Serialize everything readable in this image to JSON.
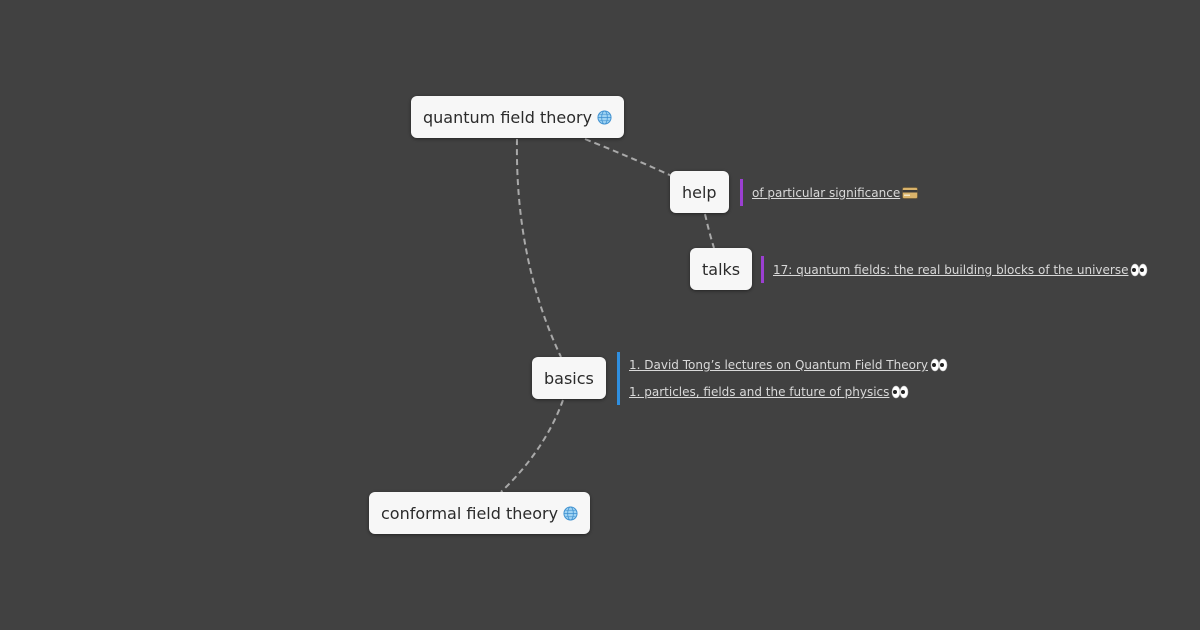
{
  "mindmap": {
    "nodes": {
      "qft": {
        "label": "quantum field theory",
        "icon": "globe-icon"
      },
      "help": {
        "label": "help"
      },
      "talks": {
        "label": "talks"
      },
      "basics": {
        "label": "basics"
      },
      "cft": {
        "label": "conformal field theory",
        "icon": "globe-icon"
      }
    },
    "notes": {
      "help": [
        {
          "text": "of particular significance",
          "icon": "credit-card-icon"
        }
      ],
      "talks": [
        {
          "text": "17: quantum fields: the real building blocks of the universe",
          "icon": "eyes-icon"
        }
      ],
      "basics": [
        {
          "text": "1. David Tong’s lectures on Quantum Field Theory",
          "icon": "eyes-icon"
        },
        {
          "text": "1. particles, fields and the future of physics",
          "icon": "eyes-icon"
        }
      ]
    },
    "colors": {
      "background": "#414141",
      "node": "#f7f7f7",
      "edge": "#a9a9a9",
      "note_purple": "#9b3fd1",
      "note_blue": "#2f8fe0"
    }
  }
}
